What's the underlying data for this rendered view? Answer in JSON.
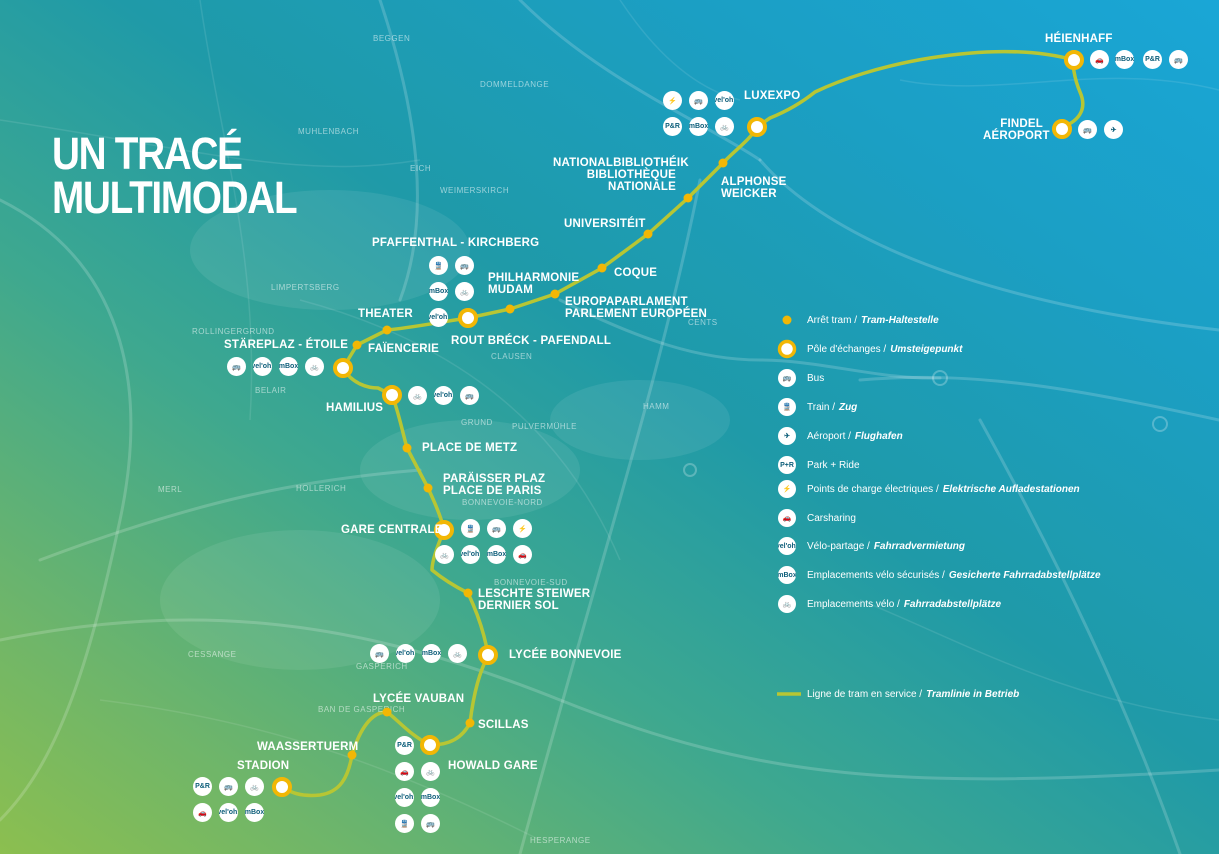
{
  "title": {
    "line1": "UN TRACÉ",
    "line2": "MULTIMODAL"
  },
  "colors": {
    "tram_line": "#b7c634",
    "stop_fill": "#f2b705",
    "hub_ring": "#f2b705",
    "icon_fg": "#0d5e7a"
  },
  "stops": [
    {
      "id": "heienhaff",
      "label": "HÉIENHAFF",
      "type": "hub"
    },
    {
      "id": "findel",
      "label": "FINDEL\nAÉROPORT",
      "type": "hub"
    },
    {
      "id": "luxexpo",
      "label": "LUXEXPO",
      "type": "hub"
    },
    {
      "id": "alphonse",
      "label": "ALPHONSE\nWEICKER",
      "type": "stop"
    },
    {
      "id": "nationalbib",
      "label": "NATIONALBIBLIOTHÉIK\nBIBLIOTHÈQUE\nNATIONALE",
      "type": "stop"
    },
    {
      "id": "universiteit",
      "label": "UNIVERSITÉIT",
      "type": "stop"
    },
    {
      "id": "coque",
      "label": "COQUE",
      "type": "stop"
    },
    {
      "id": "europaparlament",
      "label": "EUROPAPARLAMENT\nPARLEMENT EUROPÉEN",
      "type": "stop"
    },
    {
      "id": "philharmonie",
      "label": "PHILHARMONIE\nMUDAM",
      "type": "stop"
    },
    {
      "id": "pfaffenthal",
      "label": "PFAFFENTHAL - KIRCHBERG",
      "type": "hub"
    },
    {
      "id": "routbreck",
      "label": "ROUT BRÉCK - PAFENDALL",
      "type": "stop"
    },
    {
      "id": "theater",
      "label": "THEATER",
      "type": "stop"
    },
    {
      "id": "faiencerie",
      "label": "FAÏENCERIE",
      "type": "stop"
    },
    {
      "id": "stareplaz",
      "label": "STÄREPLAZ - ÉTOILE",
      "type": "hub"
    },
    {
      "id": "hamilius",
      "label": "HAMILIUS",
      "type": "hub"
    },
    {
      "id": "placedemetz",
      "label": "PLACE DE METZ",
      "type": "stop"
    },
    {
      "id": "paraisser",
      "label": "PARÄISSER PLAZ\nPLACE DE PARIS",
      "type": "stop"
    },
    {
      "id": "garecentrale",
      "label": "GARE CENTRALE",
      "type": "hub"
    },
    {
      "id": "leschte",
      "label": "LESCHTE STEIWER\nDERNIER SOL",
      "type": "stop"
    },
    {
      "id": "lyceebonnevoie",
      "label": "LYCÉE BONNEVOIE",
      "type": "hub"
    },
    {
      "id": "lyceevauban",
      "label": "LYCÉE VAUBAN",
      "type": "stop"
    },
    {
      "id": "scillas",
      "label": "SCILLAS",
      "type": "stop"
    },
    {
      "id": "howaldgare",
      "label": "HOWALD GARE",
      "type": "hub"
    },
    {
      "id": "waassertuerm",
      "label": "WAASSERTUERM",
      "type": "stop"
    },
    {
      "id": "stadion",
      "label": "STADION",
      "type": "hub"
    }
  ],
  "districts": [
    "BEGGEN",
    "DOMMELDANGE",
    "MUHLENBACH",
    "EICH",
    "WEIMERSKIRCH",
    "LIMPERTSBERG",
    "ROLLINGERGRUND",
    "BELAIR",
    "CLAUSEN",
    "GRUND",
    "PULVERMÜHLE",
    "HAMM",
    "MERL",
    "HOLLERICH",
    "BONNEVOIE-NORD",
    "BONNEVOIE-SUD",
    "CESSANGE",
    "GASPERICH",
    "BAN DE GASPERICH",
    "HESPERANGE",
    "CENTS"
  ],
  "icon_labels": {
    "velo_share": "vel'oh!",
    "mbox": "mBox",
    "park_ride": "P+R",
    "park_ride_short": "P&R"
  },
  "legend": [
    {
      "key": "stop",
      "fr": "Arrêt tram /",
      "de": "Tram-Haltestelle"
    },
    {
      "key": "hub",
      "fr": "Pôle d'échanges /",
      "de": "Umsteigepunkt"
    },
    {
      "key": "bus",
      "fr": "Bus",
      "de": ""
    },
    {
      "key": "train",
      "fr": "Train /",
      "de": "Zug"
    },
    {
      "key": "plane",
      "fr": "Aéroport /",
      "de": "Flughafen"
    },
    {
      "key": "pr",
      "fr": "Park + Ride",
      "de": ""
    },
    {
      "key": "charge",
      "fr": "Points de charge électriques /",
      "de": "Elektrische Aufladestationen"
    },
    {
      "key": "car",
      "fr": "Carsharing",
      "de": ""
    },
    {
      "key": "velo",
      "fr": "Vélo-partage /",
      "de": "Fahrradvermietung"
    },
    {
      "key": "mbox",
      "fr": "Emplacements vélo sécurisés /",
      "de": "Gesicherte Fahrradabstellplätze"
    },
    {
      "key": "bike",
      "fr": "Emplacements vélo /",
      "de": "Fahrradabstellplätze"
    },
    {
      "key": "line",
      "fr": "Ligne de tram en service /",
      "de": "Tramlinie in Betrieb"
    }
  ]
}
